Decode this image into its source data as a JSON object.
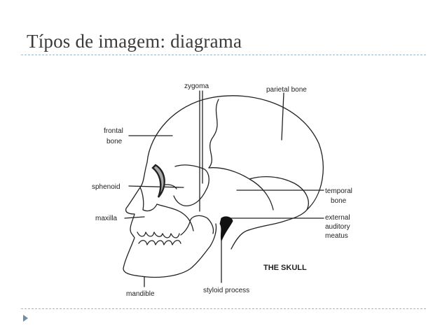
{
  "slide": {
    "title": "Típos de imagem: diagrama"
  },
  "diagram": {
    "labels": {
      "zygoma": "zygoma",
      "parietal": "parietal bone",
      "frontal_1": "frontal",
      "frontal_2": "bone",
      "sphenoid": "sphenoid",
      "maxilla": "maxilla",
      "temporal_1": "temporal",
      "temporal_2": "bone",
      "auditory_1": "external",
      "auditory_2": "auditory",
      "auditory_3": "meatus",
      "caption": "THE SKULL",
      "mandible": "mandible",
      "styloid": "styloid process"
    },
    "colors": {
      "line": "#222222",
      "sphenoid_fill": "#a9a9a9",
      "rule": "#9db8c8",
      "bullet": "#6d8ea6"
    }
  }
}
